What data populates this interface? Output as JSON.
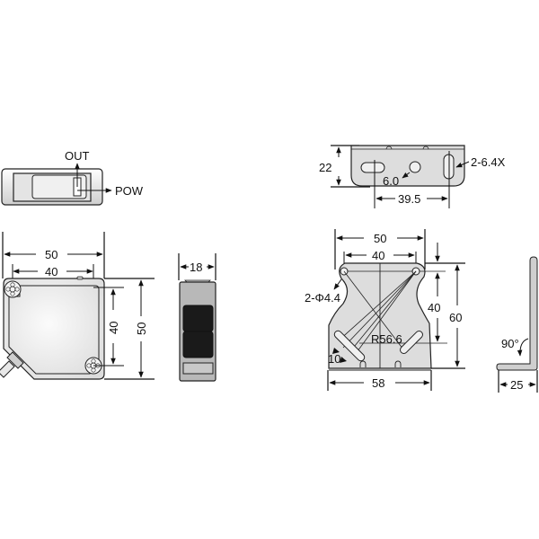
{
  "diagram": {
    "title": "Photoelectric sensor dimensional drawing with mounting bracket",
    "units": "mm",
    "colors": {
      "line": "#111111",
      "body_fill": "#e8e8e8",
      "body_light": "#f4f4f4",
      "side_fill": "#b8b8b8",
      "lens_fill": "#1a1a1a",
      "bracket_fill": "#dddddd"
    },
    "top_view": {
      "labels": {
        "out": "OUT",
        "pow": "POW"
      }
    },
    "front_view": {
      "width_outer": "50",
      "width_hole": "40",
      "height_hole": "40",
      "height_outer": "50"
    },
    "side_view": {
      "width": "18"
    },
    "bracket_top": {
      "height": "22",
      "hole_dia": "6.0",
      "slot": "2-6.4X",
      "slot_spacing": "39.5"
    },
    "bracket_front": {
      "width_outer": "50",
      "width_hole": "40",
      "hole_dia": "2-Φ4.4",
      "height_hole": "40",
      "height_total": "60",
      "radius": "R56.6",
      "slot_width": "10",
      "base_width": "58"
    },
    "bracket_side": {
      "angle": "90°",
      "depth": "25"
    }
  }
}
